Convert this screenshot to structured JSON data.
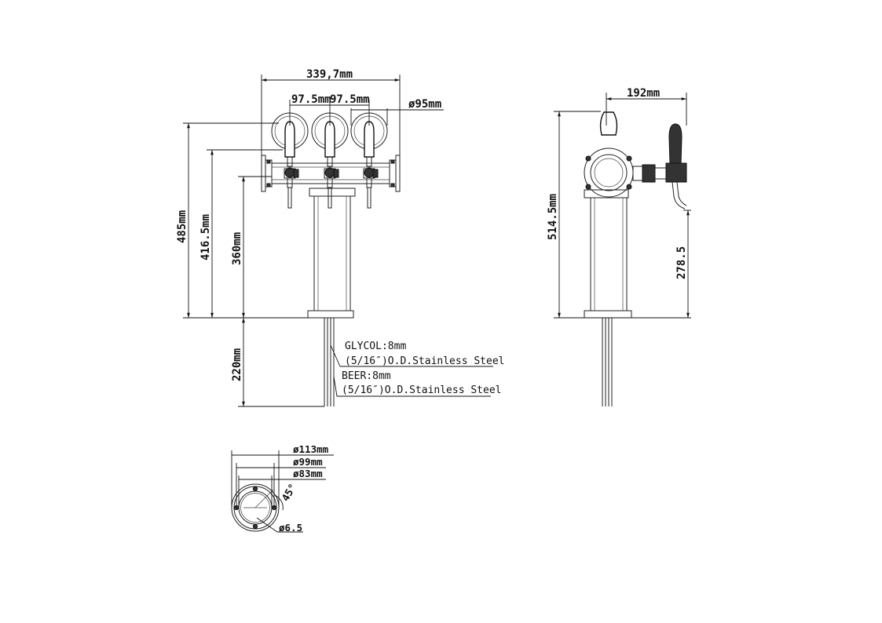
{
  "front_view": {
    "width_label": "339,7mm",
    "spacing_label_left": "97.5mm",
    "spacing_label_right": "97.5mm",
    "medallion_dia_label": "ø95mm",
    "height_total_label": "485mm",
    "height_top_label": "416.5mm",
    "height_column_label": "360mm",
    "pipe_length_label": "220mm",
    "glycol_label": "GLYCOL:8mm",
    "glycol_spec": "(5/16″)O.D.Stainless Steel",
    "beer_label": "BEER:8mm",
    "beer_spec": "(5/16″)O.D.Stainless Steel"
  },
  "side_view": {
    "depth_label": "192mm",
    "height_total_label": "514.5mm",
    "height_spout_label": "278.5"
  },
  "base_view": {
    "outer_dia_label": "ø113mm",
    "bolt_circle_label": "ø99mm",
    "inner_dia_label": "ø83mm",
    "angle_label": "45°",
    "hole_dia_label": "ø6.5"
  }
}
